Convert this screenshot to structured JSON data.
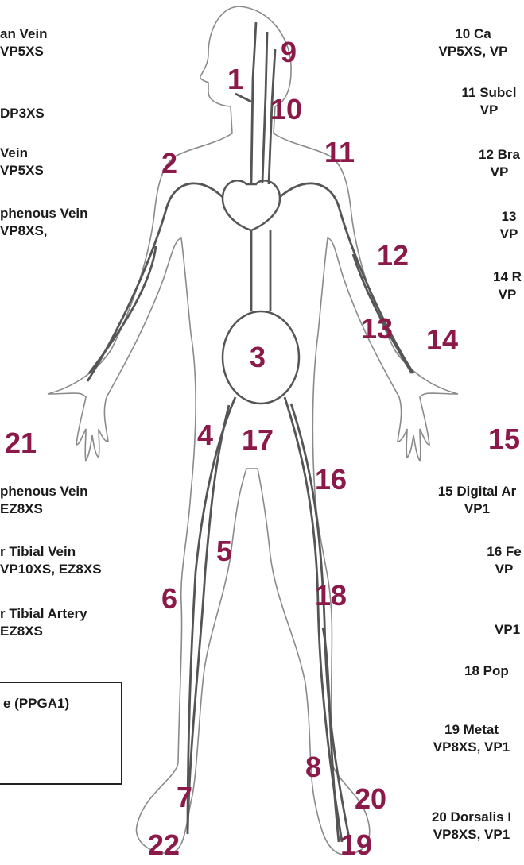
{
  "left_labels": [
    {
      "line1": "an Vein",
      "line2": "VP5XS"
    },
    {
      "line1": "DP3XS",
      "line2": ""
    },
    {
      "line1": "Vein",
      "line2": "VP5XS"
    },
    {
      "line1": "phenous Vein",
      "line2": "VP8XS,"
    },
    {
      "line1": "phenous Vein",
      "line2": "EZ8XS"
    },
    {
      "line1": "r Tibial Vein",
      "line2": "VP10XS, EZ8XS"
    },
    {
      "line1": "r Tibial Artery",
      "line2": "EZ8XS"
    }
  ],
  "right_labels": [
    {
      "line1": "10 Ca",
      "line2": "VP5XS, VP"
    },
    {
      "line1": "11  Subcl",
      "line2": "VP"
    },
    {
      "line1": "12  Bra",
      "line2": "VP"
    },
    {
      "line1": "13",
      "line2": "VP"
    },
    {
      "line1": "14  R",
      "line2": "VP"
    },
    {
      "line1": "15  Digital Ar",
      "line2": "VP1"
    },
    {
      "line1": "16  Fe",
      "line2": "VP"
    },
    {
      "line1": "VP1",
      "line2": ""
    },
    {
      "line1": "18  Pop",
      "line2": ""
    },
    {
      "line1": "19  Metat",
      "line2": "VP8XS, VP1"
    },
    {
      "line1": "20 Dorsalis I",
      "line2": "VP8XS, VP1"
    }
  ],
  "legend": {
    "text": "e (PPGA1)"
  },
  "numbers": [
    "1",
    "2",
    "3",
    "4",
    "5",
    "6",
    "7",
    "8",
    "9",
    "10",
    "11",
    "12",
    "13",
    "14",
    "15",
    "16",
    "17",
    "18",
    "19",
    "20",
    "21",
    "22"
  ],
  "colors": {
    "number": "#8b1a4a",
    "outline": "#888888",
    "vessel": "#555555"
  }
}
